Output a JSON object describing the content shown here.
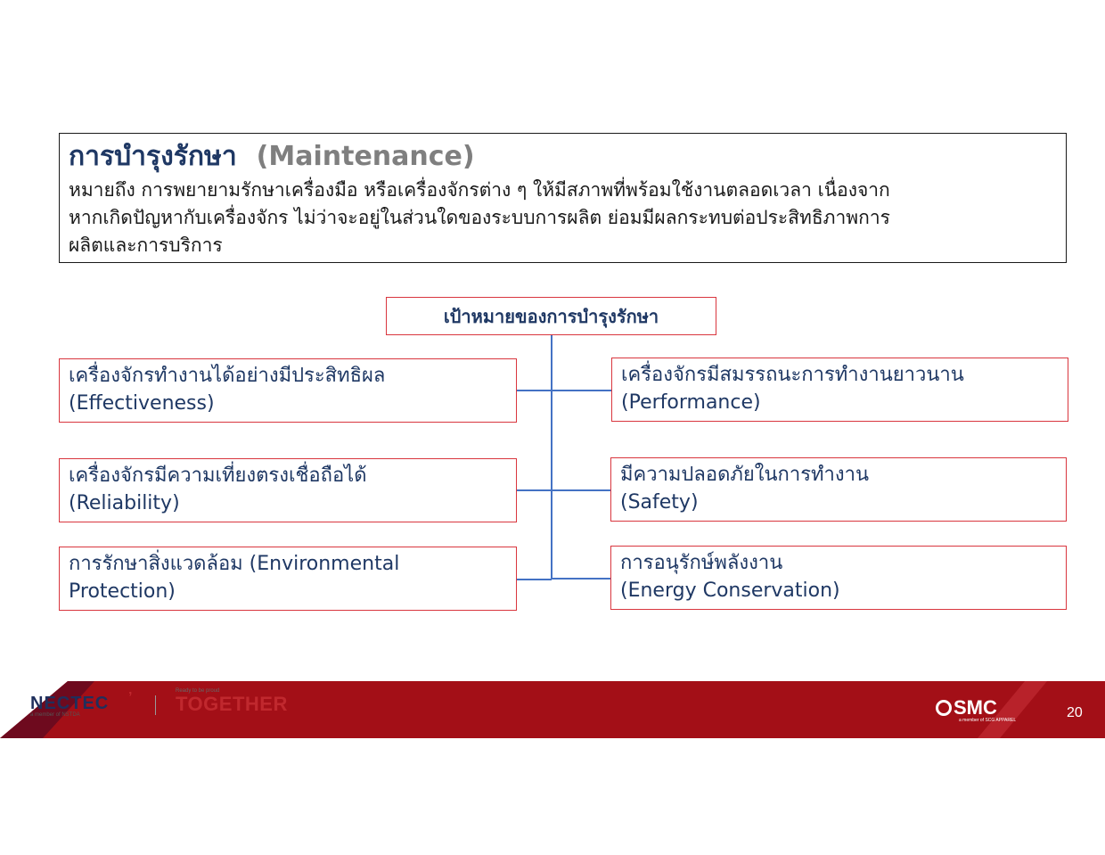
{
  "definition": {
    "title_th": "การบำรุงรักษา",
    "title_en": "(Maintenance)",
    "line1": "หมายถึง การพยายามรักษาเครื่องมือ หรือเครื่องจักรต่าง ๆ ให้มีสภาพที่พร้อมใช้งานตลอดเวลา เนื่องจาก",
    "line2": "หากเกิดปัญหากับเครื่องจักร ไม่ว่าจะอยู่ในส่วนใดของระบบการผลิต ย่อมมีผลกระทบต่อประสิทธิภาพการ",
    "line3": "ผลิตและการบริการ"
  },
  "diagram": {
    "root": "เป้าหมายของการบำรุงรักษา",
    "left": [
      {
        "th": "เครื่องจักรทำงานได้อย่างมีประสิทธิผล",
        "en": "(Effectiveness)"
      },
      {
        "th": "เครื่องจักรมีความเที่ยงตรงเชื่อถือได้",
        "en": "(Reliability)"
      },
      {
        "th": "การรักษาสิ่งแวดล้อม (Environmental",
        "en": "Protection)"
      }
    ],
    "right": [
      {
        "th": "เครื่องจักรมีสมรรถนะการทำงานยาวนาน",
        "en": "(Performance)"
      },
      {
        "th": "มีความปลอดภัยในการทำงาน",
        "en": "(Safety)"
      },
      {
        "th": "การอนุรักษ์พลังงาน",
        "en": "(Energy Conservation)"
      }
    ]
  },
  "footer": {
    "nectec": "NECTEC",
    "nectec_sub": "a member of NSTDA",
    "together_tag": "Ready to be proud",
    "together": "TOGETHER",
    "smc": "SMC",
    "smc_sub": "a member of SCG APPAREL",
    "page_number": "20"
  },
  "colors": {
    "navy": "#1f3864",
    "box_border": "#d9363e",
    "connector": "#4472c4",
    "footer_red": "#a30f17",
    "footer_dark": "#6e0a1e"
  }
}
